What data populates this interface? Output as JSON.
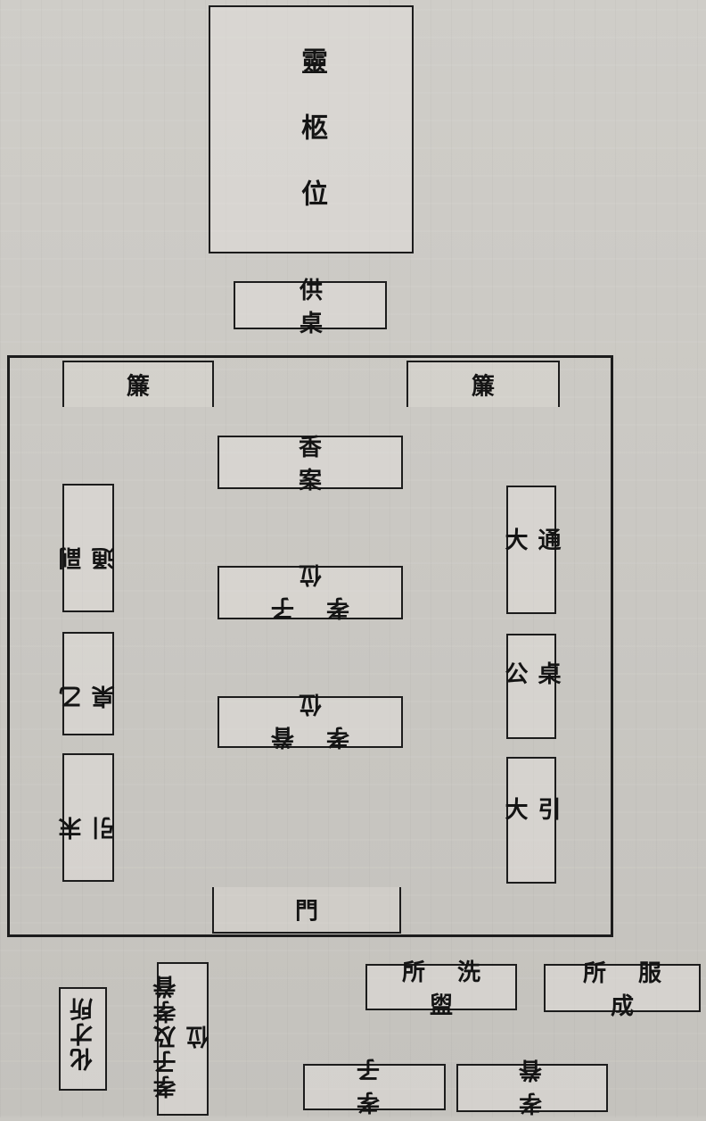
{
  "labels": {
    "spirit_seat": "靈柩位",
    "offering_table": "供桌",
    "curtain_left": "簾",
    "curtain_right": "簾",
    "incense_table": "香案",
    "filial_son_position": "孝子位",
    "filial_wife_position": "孝眷位",
    "gate": "門",
    "deputy_announcer": "副通",
    "second_table": "乙桌",
    "last_guide": "末引",
    "grand_announcer": "通大",
    "public_table": "桌公",
    "grand_guide": "引大",
    "washing_place": "所洗盥",
    "mourning_dress_place": "所服成",
    "burning_place": "化才所",
    "filial_wife_and_son_position": "孝子及孝眷位",
    "filial_son": "孝子",
    "filial_wife": "孝眷"
  }
}
